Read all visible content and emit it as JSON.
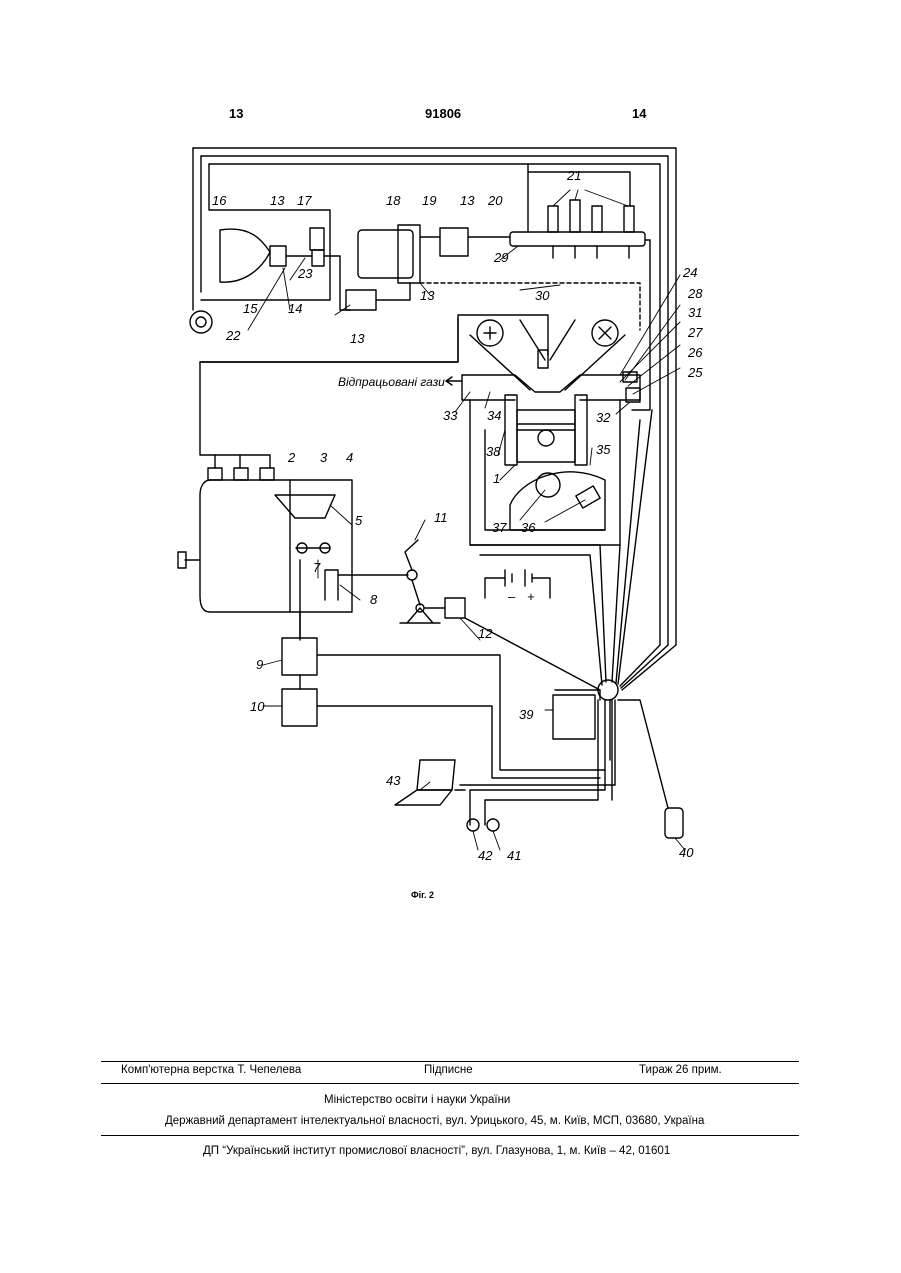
{
  "header": {
    "left_page": "13",
    "patent_number": "91806",
    "right_page": "14"
  },
  "figure": {
    "caption": "Фіг. 2",
    "exhaust_label": "Відпрацьовані гази",
    "labels": [
      "1",
      "2",
      "3",
      "4",
      "5",
      "7",
      "8",
      "9",
      "10",
      "11",
      "12",
      "13",
      "13",
      "13",
      "13",
      "14",
      "15",
      "16",
      "17",
      "18",
      "19",
      "20",
      "21",
      "22",
      "23",
      "24",
      "25",
      "26",
      "27",
      "28",
      "29",
      "30",
      "31",
      "32",
      "33",
      "34",
      "35",
      "36",
      "37",
      "38",
      "39",
      "40",
      "41",
      "42",
      "43"
    ],
    "polarity": [
      "–",
      "+"
    ]
  },
  "footer": {
    "typesetting": "Комп'ютерна верстка Т. Чепелева",
    "subscription": "Підписне",
    "circulation": "Тираж 26 прим.",
    "ministry": "Міністерство освіти і науки України",
    "department": "Державний департамент інтелектуальної власності, вул. Урицького, 45, м. Київ, МСП, 03680, Україна",
    "institute": "ДП “Український інститут промислової власності”, вул. Глазунова, 1, м. Київ – 42, 01601"
  }
}
